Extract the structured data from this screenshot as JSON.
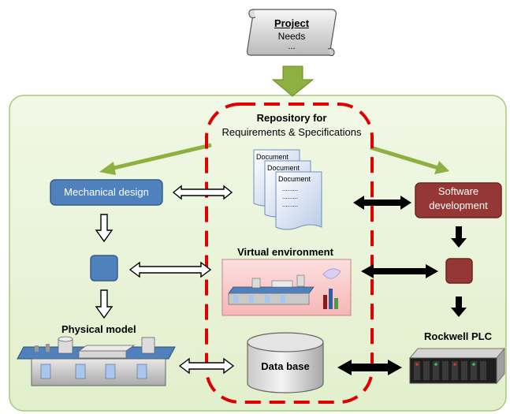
{
  "scroll": {
    "title": "Project",
    "line1": "Needs",
    "line2": "..."
  },
  "repository": {
    "line1": "Repository for",
    "line2": "Requirements & Specifications"
  },
  "documents": {
    "title": "Document",
    "dots": "........."
  },
  "mechanical": {
    "label": "Mechanical design"
  },
  "software": {
    "line1": "Software",
    "line2": "development"
  },
  "virtual": {
    "label": "Virtual environment"
  },
  "physical": {
    "label": "Physical model"
  },
  "database": {
    "label": "Data base"
  },
  "plc": {
    "label": "Rockwell PLC"
  },
  "colors": {
    "panel": "#e9f4d6",
    "panel_border": "#a8c97a",
    "repo_dash": "#e00000",
    "mech_blue": "#4f81bd",
    "software_red": "#953735",
    "green_arrow": "#8db040"
  }
}
